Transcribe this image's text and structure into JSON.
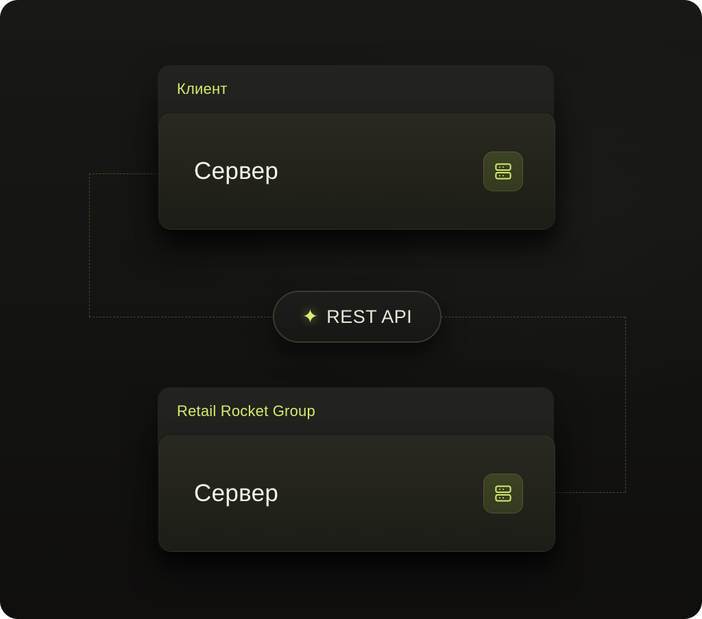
{
  "canvas": {
    "background": "#131311",
    "accent": "#d7ef6f",
    "connector_color": "#5d5d40"
  },
  "client_group": {
    "label": "Клиент",
    "server": {
      "label": "Сервер",
      "icon": "server-icon"
    }
  },
  "api_badge": {
    "label": "REST API",
    "icon": "sparkle-icon",
    "icon_glyph": "✦"
  },
  "retail_group": {
    "label": "Retail Rocket Group",
    "server": {
      "label": "Сервер",
      "icon": "server-icon"
    }
  }
}
